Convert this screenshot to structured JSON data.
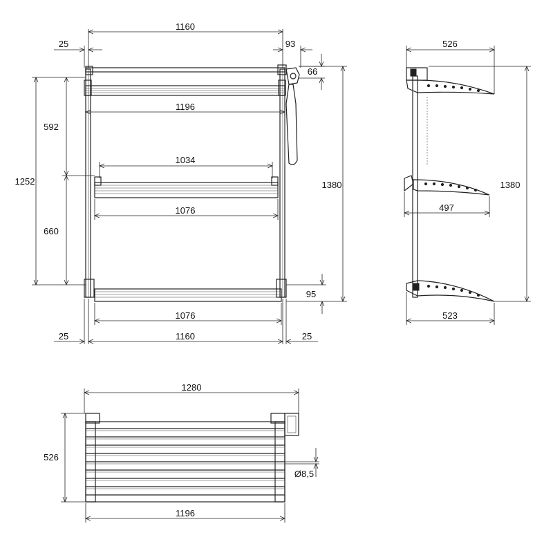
{
  "front_view": {
    "overall_width_top": "1160",
    "left_offset_top": "25",
    "right_offset_top": "93",
    "top_bracket_height": "66",
    "top_bar_width": "1196",
    "upper_segment_height": "592",
    "middle_bar_inner_width": "1034",
    "middle_bar_width": "1076",
    "lower_segment_height": "660",
    "total_frame_height": "1252",
    "overall_height": "1380",
    "bottom_offset": "95",
    "bottom_bar_width": "1076",
    "overall_width_bottom": "1160",
    "left_offset_bottom": "25",
    "right_offset_bottom": "25"
  },
  "side_view": {
    "top_depth": "526",
    "height": "1380",
    "middle_depth": "497",
    "bottom_depth": "523"
  },
  "top_view": {
    "overall_width": "1280",
    "depth": "526",
    "rod_diameter": "Ø8,5",
    "rail_width": "1196"
  }
}
